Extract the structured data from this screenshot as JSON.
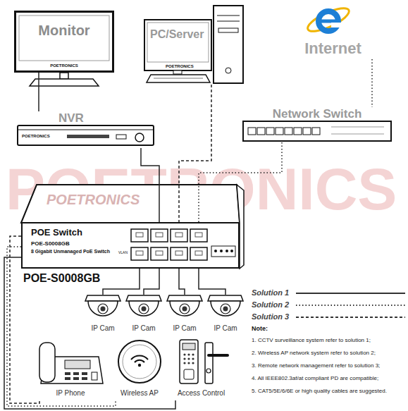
{
  "diagram": {
    "nodes": [
      {
        "text": [
          "Monitor",
          "POETRONICS"
        ]
      },
      {
        "text": [
          "PC/Server",
          "POETRONICS"
        ]
      },
      {
        "text": [
          "Internet"
        ]
      },
      {
        "text": [
          "NVR",
          "POETRONICS"
        ]
      },
      {
        "text": [
          "Network Switch"
        ]
      },
      {
        "text": [
          "POE Switch",
          "POE-S0008GB",
          "8 Gigabit Unmanaged PoE Switch",
          "POE-S0008GB"
        ]
      },
      {
        "text": [
          "IP Cam"
        ]
      },
      {
        "text": [
          "IP Cam"
        ]
      },
      {
        "text": [
          "IP Cam"
        ]
      },
      {
        "text": [
          "IP Cam"
        ]
      },
      {
        "text": [
          "IP Phone"
        ]
      },
      {
        "text": [
          "Wireless AP"
        ]
      },
      {
        "text": [
          "Access Control"
        ]
      }
    ],
    "edges": [
      {
        "from": 0,
        "to": 3,
        "arrow": "none"
      },
      {
        "from": 3,
        "to": 5,
        "arrow": "none"
      },
      {
        "from": 1,
        "to": 5,
        "arrow": "none"
      },
      {
        "from": 2,
        "to": 4,
        "arrow": "none"
      },
      {
        "from": 4,
        "to": 5,
        "arrow": "none"
      },
      {
        "from": 5,
        "to": 6,
        "arrow": "none"
      },
      {
        "from": 5,
        "to": 7,
        "arrow": "none"
      },
      {
        "from": 5,
        "to": 8,
        "arrow": "none"
      },
      {
        "from": 5,
        "to": 9,
        "arrow": "none"
      },
      {
        "from": 5,
        "to": 10,
        "arrow": "none"
      },
      {
        "from": 5,
        "to": 11,
        "arrow": "none"
      },
      {
        "from": 5,
        "to": 12,
        "arrow": "none"
      }
    ],
    "labels": [
      "POETRONICS",
      "POETRONICS",
      "VLAN",
      "Note:",
      "1. CCTV surveillance system refer to solution 1;",
      "2. Wireless AP network system refer to solution 2;",
      "3. Remote network management refer to solution 3;",
      "4. All IEEE802.3af/at compliant PD are compatible;",
      "5. CAT5/5E/6/6E or high quality cables are suggested."
    ],
    "legend": [
      {
        "text": "Solution 1"
      },
      {
        "text": "Solution 2"
      },
      {
        "text": "Solution 3"
      }
    ]
  }
}
